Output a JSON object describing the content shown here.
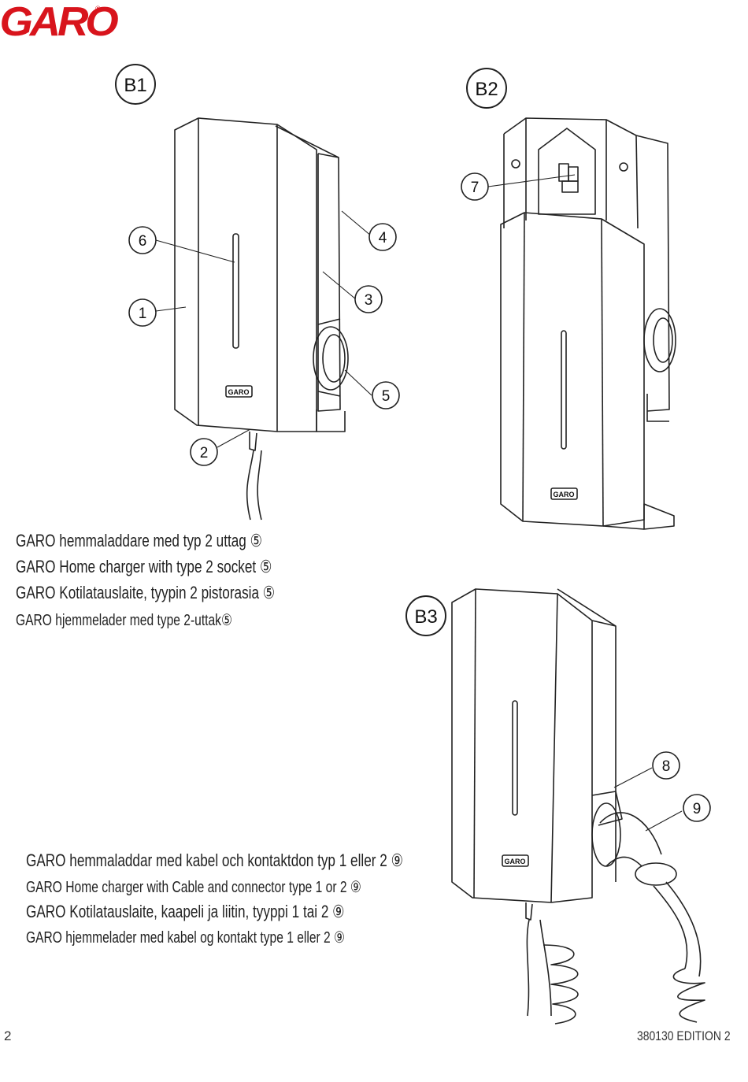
{
  "logo": {
    "text": "GARO",
    "reg": "®"
  },
  "figures": {
    "b1": {
      "label": "B1",
      "callouts": [
        "1",
        "2",
        "3",
        "4",
        "5",
        "6"
      ],
      "badge": "GARO"
    },
    "b2": {
      "label": "B2",
      "callouts": [
        "7"
      ],
      "badge": "GARO"
    },
    "b3": {
      "label": "B3",
      "callouts": [
        "8",
        "9"
      ],
      "badge": "GARO"
    }
  },
  "captions_socket": [
    "GARO hemmaladdare med typ 2 uttag ⑤",
    "GARO Home charger with type 2 socket ⑤",
    "GARO Kotilatauslaite, tyypin 2 pistorasia ⑤",
    "GARO hjemmelader med type 2-uttak⑤"
  ],
  "captions_cable": [
    "GARO hemmaladdar med kabel och kontaktdon typ 1 eller 2 ⑨",
    "GARO Home charger with Cable and connector type 1 or 2 ⑨",
    "GARO Kotilatauslaite, kaapeli ja liitin, tyyppi 1 tai 2 ⑨",
    "GARO hjemmelader med kabel og kontakt type 1 eller 2 ⑨"
  ],
  "footer": {
    "page": "2",
    "edition": "380130 EDITION 2"
  },
  "colors": {
    "brand": "#d8141c",
    "line": "#222222"
  }
}
